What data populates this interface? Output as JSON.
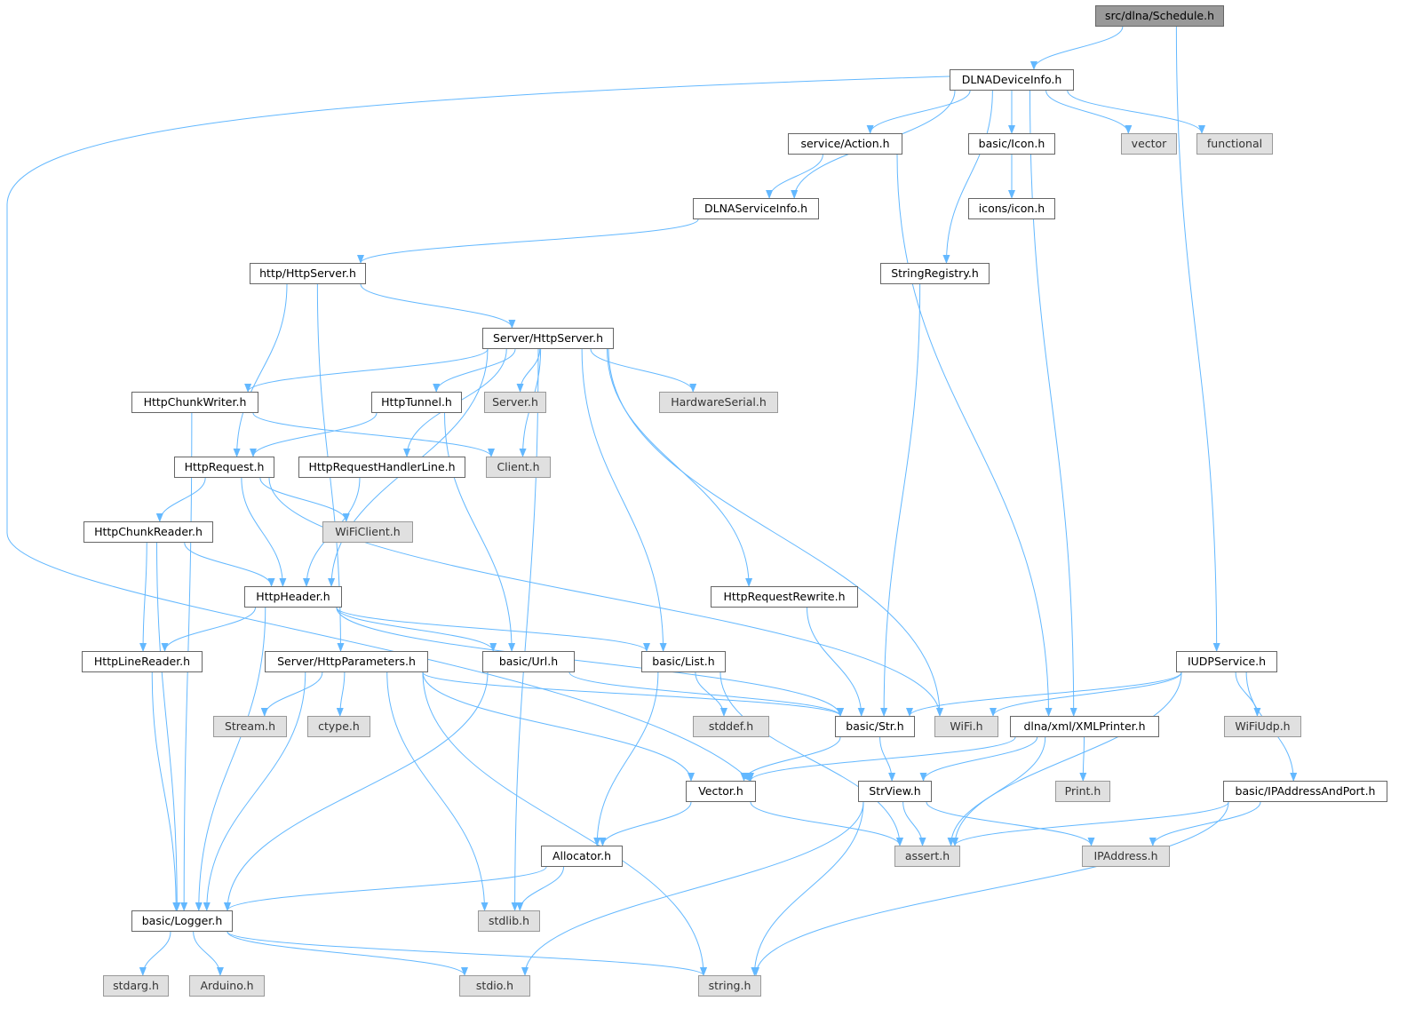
{
  "title": "src/dlna/Schedule.h include dependency graph",
  "colors": {
    "edge": "#63b8ff",
    "node_border": "#666666",
    "external_fill": "#e0e0e0",
    "root_fill": "#999999"
  },
  "nodes": [
    {
      "id": "schedule",
      "label": "src/dlna/Schedule.h",
      "kind": "root"
    },
    {
      "id": "devinfo",
      "label": "DLNADeviceInfo.h"
    },
    {
      "id": "action",
      "label": "service/Action.h"
    },
    {
      "id": "icon",
      "label": "basic/Icon.h"
    },
    {
      "id": "vector",
      "label": "vector",
      "kind": "ext"
    },
    {
      "id": "functional",
      "label": "functional",
      "kind": "ext"
    },
    {
      "id": "servinfo",
      "label": "DLNAServiceInfo.h"
    },
    {
      "id": "iconsicon",
      "label": "icons/icon.h"
    },
    {
      "id": "httpserver",
      "label": "http/HttpServer.h"
    },
    {
      "id": "strreg",
      "label": "StringRegistry.h"
    },
    {
      "id": "srvhttpserver",
      "label": "Server/HttpServer.h"
    },
    {
      "id": "chunkwriter",
      "label": "HttpChunkWriter.h"
    },
    {
      "id": "tunnel",
      "label": "HttpTunnel.h"
    },
    {
      "id": "serverh",
      "label": "Server.h",
      "kind": "ext"
    },
    {
      "id": "hwserial",
      "label": "HardwareSerial.h",
      "kind": "ext"
    },
    {
      "id": "request",
      "label": "HttpRequest.h"
    },
    {
      "id": "handlerline",
      "label": "HttpRequestHandlerLine.h"
    },
    {
      "id": "client",
      "label": "Client.h",
      "kind": "ext"
    },
    {
      "id": "chunkreader",
      "label": "HttpChunkReader.h"
    },
    {
      "id": "wificlient",
      "label": "WiFiClient.h",
      "kind": "ext"
    },
    {
      "id": "header",
      "label": "HttpHeader.h"
    },
    {
      "id": "rewrite",
      "label": "HttpRequestRewrite.h"
    },
    {
      "id": "linereader",
      "label": "HttpLineReader.h"
    },
    {
      "id": "params",
      "label": "Server/HttpParameters.h"
    },
    {
      "id": "url",
      "label": "basic/Url.h"
    },
    {
      "id": "list",
      "label": "basic/List.h"
    },
    {
      "id": "iudp",
      "label": "IUDPService.h"
    },
    {
      "id": "stream",
      "label": "Stream.h",
      "kind": "ext"
    },
    {
      "id": "ctype",
      "label": "ctype.h",
      "kind": "ext"
    },
    {
      "id": "stddef",
      "label": "stddef.h",
      "kind": "ext"
    },
    {
      "id": "str",
      "label": "basic/Str.h"
    },
    {
      "id": "wifi",
      "label": "WiFi.h",
      "kind": "ext"
    },
    {
      "id": "xmlprinter",
      "label": "dlna/xml/XMLPrinter.h"
    },
    {
      "id": "wifiudp",
      "label": "WiFiUdp.h",
      "kind": "ext"
    },
    {
      "id": "vectorh",
      "label": "Vector.h"
    },
    {
      "id": "strview",
      "label": "StrView.h"
    },
    {
      "id": "print",
      "label": "Print.h",
      "kind": "ext"
    },
    {
      "id": "ipport",
      "label": "basic/IPAddressAndPort.h"
    },
    {
      "id": "allocator",
      "label": "Allocator.h"
    },
    {
      "id": "assert",
      "label": "assert.h",
      "kind": "ext"
    },
    {
      "id": "ipaddress",
      "label": "IPAddress.h",
      "kind": "ext"
    },
    {
      "id": "logger",
      "label": "basic/Logger.h"
    },
    {
      "id": "stdlib",
      "label": "stdlib.h",
      "kind": "ext"
    },
    {
      "id": "stdarg",
      "label": "stdarg.h",
      "kind": "ext"
    },
    {
      "id": "arduino",
      "label": "Arduino.h",
      "kind": "ext"
    },
    {
      "id": "stdio",
      "label": "stdio.h",
      "kind": "ext"
    },
    {
      "id": "string",
      "label": "string.h",
      "kind": "ext"
    }
  ],
  "edges": [
    [
      "schedule",
      "devinfo"
    ],
    [
      "schedule",
      "iudp"
    ],
    [
      "devinfo",
      "vectorh"
    ],
    [
      "devinfo",
      "servinfo"
    ],
    [
      "devinfo",
      "action"
    ],
    [
      "devinfo",
      "strreg"
    ],
    [
      "devinfo",
      "icon"
    ],
    [
      "devinfo",
      "xmlprinter"
    ],
    [
      "devinfo",
      "vector"
    ],
    [
      "devinfo",
      "functional"
    ],
    [
      "action",
      "servinfo"
    ],
    [
      "action",
      "xmlprinter"
    ],
    [
      "icon",
      "iconsicon"
    ],
    [
      "servinfo",
      "httpserver"
    ],
    [
      "httpserver",
      "srvhttpserver"
    ],
    [
      "httpserver",
      "request"
    ],
    [
      "httpserver",
      "params"
    ],
    [
      "strreg",
      "str"
    ],
    [
      "srvhttpserver",
      "chunkwriter"
    ],
    [
      "srvhttpserver",
      "tunnel"
    ],
    [
      "srvhttpserver",
      "serverh"
    ],
    [
      "srvhttpserver",
      "hwserial"
    ],
    [
      "srvhttpserver",
      "header"
    ],
    [
      "srvhttpserver",
      "handlerline"
    ],
    [
      "srvhttpserver",
      "client"
    ],
    [
      "srvhttpserver",
      "stdlib"
    ],
    [
      "srvhttpserver",
      "list"
    ],
    [
      "srvhttpserver",
      "rewrite"
    ],
    [
      "srvhttpserver",
      "wifi"
    ],
    [
      "chunkwriter",
      "client"
    ],
    [
      "chunkwriter",
      "logger"
    ],
    [
      "tunnel",
      "request"
    ],
    [
      "tunnel",
      "url"
    ],
    [
      "request",
      "chunkreader"
    ],
    [
      "request",
      "header"
    ],
    [
      "request",
      "wificlient"
    ],
    [
      "request",
      "wifi"
    ],
    [
      "handlerline",
      "header"
    ],
    [
      "chunkreader",
      "header"
    ],
    [
      "chunkreader",
      "linereader"
    ],
    [
      "chunkreader",
      "logger"
    ],
    [
      "header",
      "linereader"
    ],
    [
      "header",
      "logger"
    ],
    [
      "header",
      "url"
    ],
    [
      "header",
      "list"
    ],
    [
      "header",
      "str"
    ],
    [
      "rewrite",
      "str"
    ],
    [
      "linereader",
      "logger"
    ],
    [
      "params",
      "logger"
    ],
    [
      "params",
      "stream"
    ],
    [
      "params",
      "ctype"
    ],
    [
      "params",
      "stdlib"
    ],
    [
      "params",
      "string"
    ],
    [
      "params",
      "vectorh"
    ],
    [
      "params",
      "str"
    ],
    [
      "url",
      "logger"
    ],
    [
      "url",
      "str"
    ],
    [
      "list",
      "stddef"
    ],
    [
      "list",
      "allocator"
    ],
    [
      "list",
      "assert"
    ],
    [
      "iudp",
      "str"
    ],
    [
      "iudp",
      "wifi"
    ],
    [
      "iudp",
      "wifiudp"
    ],
    [
      "iudp",
      "ipport"
    ],
    [
      "iudp",
      "assert"
    ],
    [
      "str",
      "vectorh"
    ],
    [
      "str",
      "strview"
    ],
    [
      "xmlprinter",
      "vectorh"
    ],
    [
      "xmlprinter",
      "strview"
    ],
    [
      "xmlprinter",
      "print"
    ],
    [
      "xmlprinter",
      "assert"
    ],
    [
      "vectorh",
      "allocator"
    ],
    [
      "vectorh",
      "assert"
    ],
    [
      "strview",
      "assert"
    ],
    [
      "strview",
      "ipaddress"
    ],
    [
      "strview",
      "string"
    ],
    [
      "strview",
      "stdio"
    ],
    [
      "ipport",
      "assert"
    ],
    [
      "ipport",
      "ipaddress"
    ],
    [
      "ipport",
      "string"
    ],
    [
      "allocator",
      "logger"
    ],
    [
      "allocator",
      "stdlib"
    ],
    [
      "logger",
      "stdarg"
    ],
    [
      "logger",
      "arduino"
    ],
    [
      "logger",
      "stdio"
    ],
    [
      "logger",
      "string"
    ]
  ]
}
